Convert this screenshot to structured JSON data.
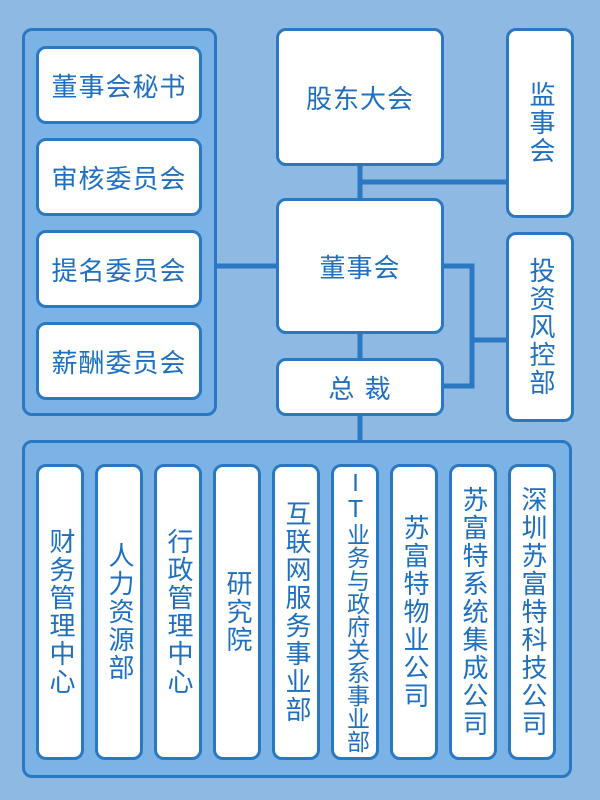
{
  "committees": {
    "secretary": "董事会秘书",
    "audit": "审核委员会",
    "nomination": "提名委员会",
    "remuneration": "薪酬委员会"
  },
  "top": {
    "shareholders": "股东大会",
    "supervisors": "监事会",
    "board": "董事会",
    "risk": "投资风控部",
    "ceo": "总 裁"
  },
  "departments": [
    "财务管理中心",
    "人力资源部",
    "行政管理中心",
    "研究院",
    "互联网服务事业部",
    "IT业务与政府关系事业部",
    "苏富特物业公司",
    "苏富特系统集成公司",
    "深圳苏富特科技公司"
  ],
  "colors": {
    "background": "#8db9e3",
    "panel": "#7cb3e6",
    "border": "#2a78c2",
    "text": "#1e6fbf"
  }
}
